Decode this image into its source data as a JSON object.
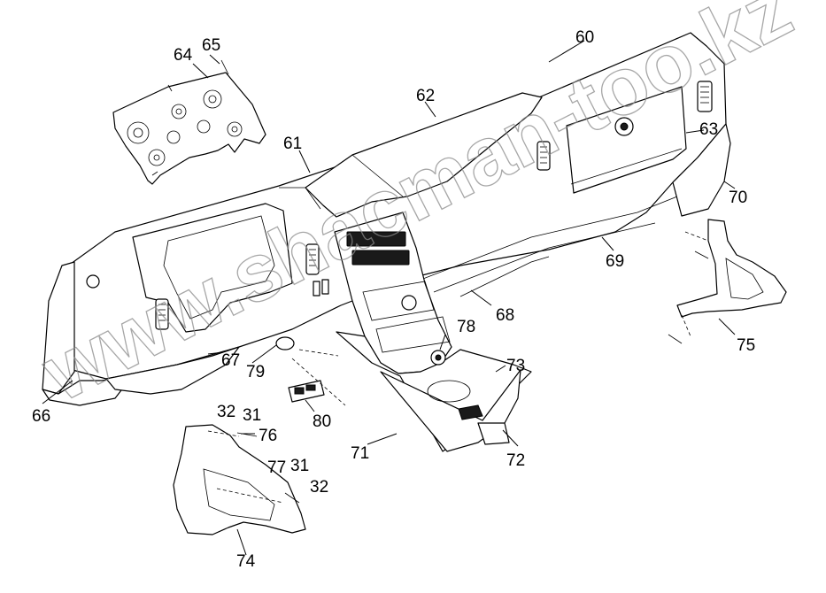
{
  "watermark": "www.shacman-too.kz",
  "callouts": {
    "c60": "60",
    "c61": "61",
    "c62": "62",
    "c63": "63",
    "c64": "64",
    "c65": "65",
    "c66": "66",
    "c67": "67",
    "c68": "68",
    "c69": "69",
    "c70": "70",
    "c71": "71",
    "c72": "72",
    "c73": "73",
    "c74": "74",
    "c75": "75",
    "c76": "76",
    "c77": "77",
    "c78": "78",
    "c79": "79",
    "c80": "80",
    "c31a": "31",
    "c31b": "31",
    "c32a": "32",
    "c32b": "32"
  }
}
